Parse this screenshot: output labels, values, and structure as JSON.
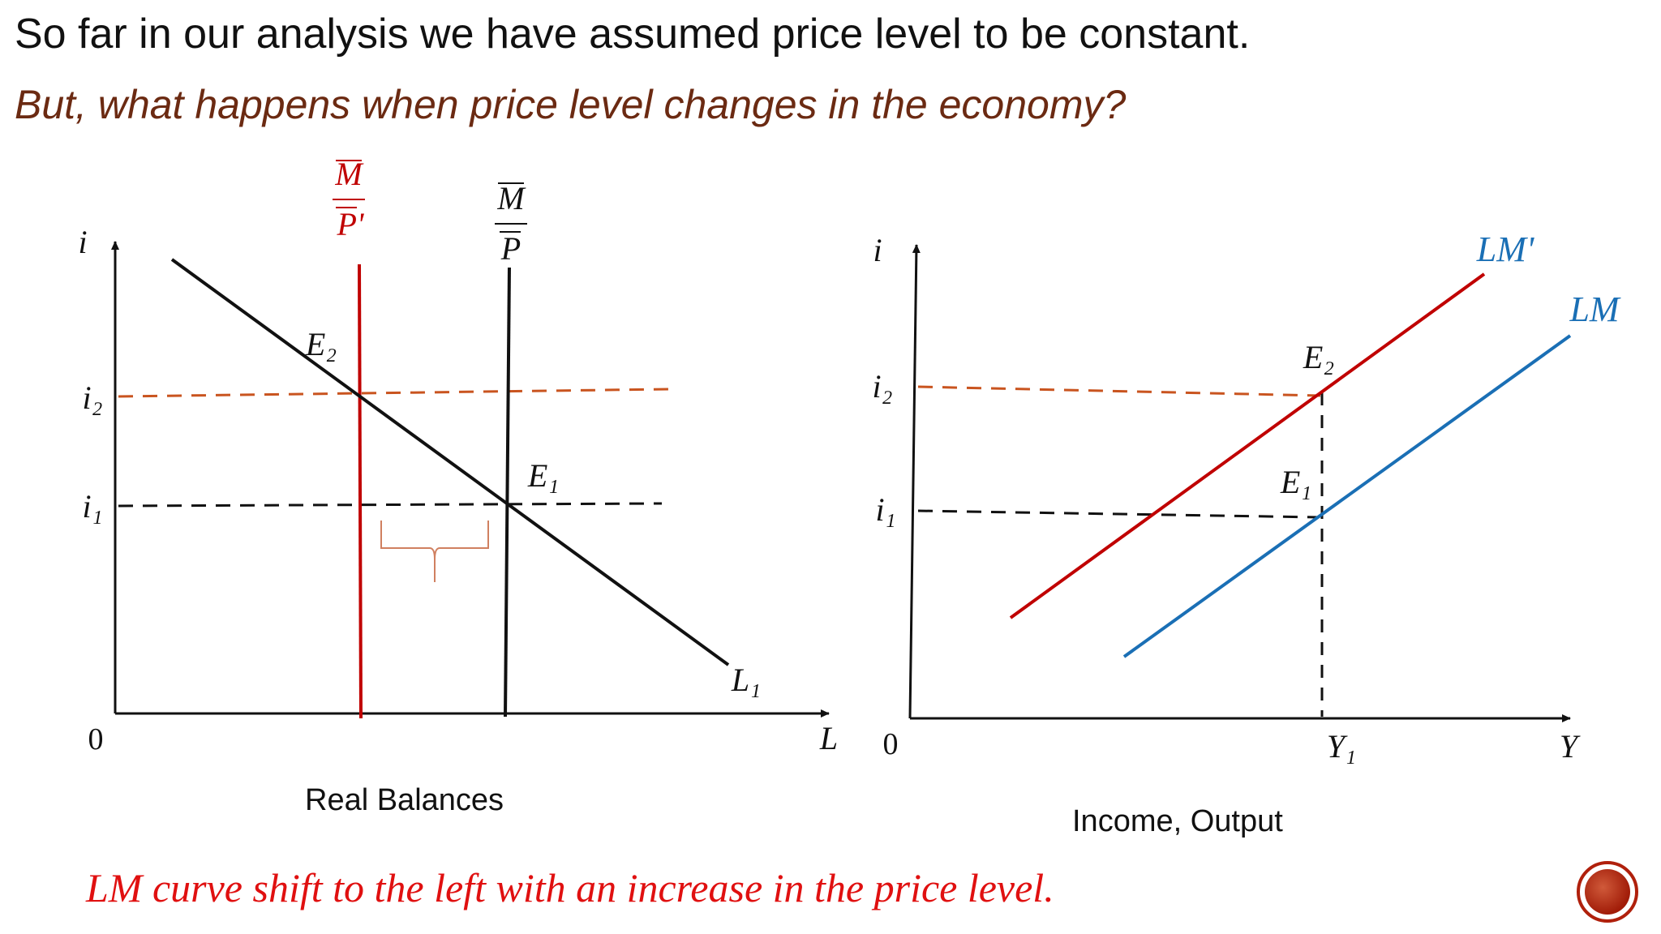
{
  "slide": {
    "headline": "So far in our analysis we have assumed price level to be constant.",
    "subheadline": "But, what happens when price level changes in the economy?",
    "footer": "LM  curve shift to the left with an increase in the price level."
  },
  "money_market": {
    "y_axis_label": "i",
    "x_axis_label": "L",
    "origin_label": "0",
    "caption": "Real Balances",
    "supply_new_label_top": "M",
    "supply_new_label_bottom": "P'",
    "supply_old_label_top": "M",
    "supply_old_label_bottom": "P",
    "rate_high_label": "i₂",
    "rate_low_label": "i₁",
    "eq_new_label": "E₂",
    "eq_old_label": "E₁",
    "demand_label": "L₁"
  },
  "lm_diagram": {
    "y_axis_label": "i",
    "x_axis_label": "Y",
    "origin_label": "0",
    "caption": "Income, Output",
    "curve_new_label": "LM'",
    "curve_old_label": "LM",
    "rate_high_label": "i₂",
    "rate_low_label": "i₁",
    "eq_new_label": "E₂",
    "eq_old_label": "E₁",
    "income_label": "Y₁"
  },
  "colors": {
    "new_curve": "#c00000",
    "old_curve": "#1a6fb5",
    "dashed_high": "#c9541f",
    "axis": "#111111",
    "subheadline": "#6b2a12",
    "footer": "#e01010",
    "brace": "#d08060"
  }
}
